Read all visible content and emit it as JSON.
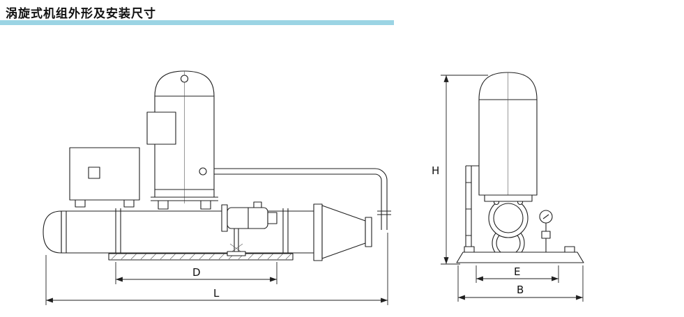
{
  "title": "涡旋式机组外形及安装尺寸",
  "colors": {
    "accent": "#9bd4e4",
    "line": "#1f1f1f"
  },
  "views": {
    "side": {
      "dims": {
        "d": "D",
        "l": "L"
      }
    },
    "front": {
      "dims": {
        "h": "H",
        "e": "E",
        "b": "B"
      }
    }
  }
}
